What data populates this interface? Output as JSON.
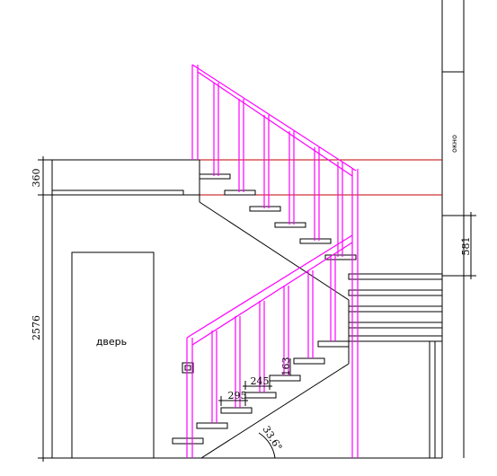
{
  "dimensions": {
    "upper_height": "360",
    "total_height": "2576",
    "window_sill": "581",
    "tread_295": "295",
    "tread_245": "245",
    "riser_163": "163",
    "angle": "33.6°"
  },
  "labels": {
    "door": "дверь",
    "window": "окно"
  },
  "colors": {
    "railing": "#ff00ff",
    "floor_line": "#c00000",
    "lines": "#000000"
  }
}
